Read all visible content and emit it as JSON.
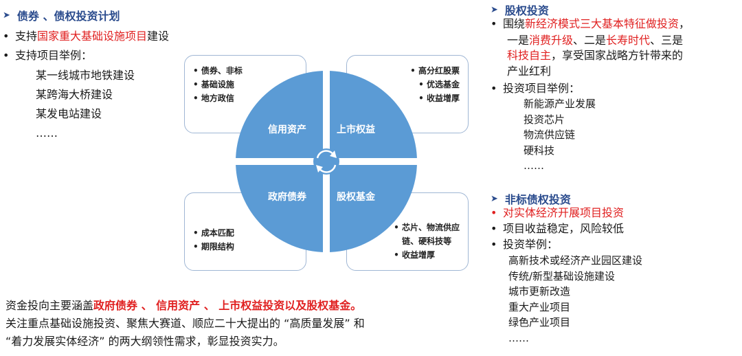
{
  "left": {
    "title": "债券 、债权投资计划",
    "bullet1": {
      "pre": "支持",
      "red": "国家重大基础设施项目",
      "post": "建设"
    },
    "bullet2": "支持项目举例：",
    "examples": [
      "某一线城市地铁建设",
      "某跨海大桥建设",
      "某发电站建设",
      "……"
    ]
  },
  "diagram": {
    "quadrants": {
      "tl": "信用资产",
      "tr": "上市权益",
      "bl": "政府债券",
      "br": "股权基金"
    },
    "box_tl": [
      "• 债券、非标",
      "• 基础设施",
      "• 地方政信"
    ],
    "box_tr": [
      "• 高分红股票",
      "• 优选基金",
      "• 收益增厚"
    ],
    "box_bl": [
      "• 成本匹配",
      "• 期限结构"
    ],
    "box_br": [
      "• 芯片、物流供应",
      "链、硬科技等",
      "• 收益增厚"
    ],
    "colors": {
      "circle": "#5b9bd5",
      "box_border": "#9fb6d4"
    }
  },
  "bottom": {
    "line1_pre": "资金投向主要涵盖",
    "line1_red": "政府债券 、 信用资产 、 上市权益投资以及股权基金。",
    "line2": "关注重点基础设施投资、聚焦大赛道、顺应二十大提出的 “高质量发展” 和",
    "line3": "“着力发展实体经济” 的两大纲领性需求，彰显投资实力。"
  },
  "right_top": {
    "title": "股权投资",
    "b1_l1_pre": "围绕",
    "b1_l1_red": "新经济模式三大基本特征做投资",
    "b1_l1_post": "，",
    "b1_l2_pre": "一是",
    "b1_l2_red1": "消费升级",
    "b1_l2_mid": " 、二是",
    "b1_l2_red2": "长寿时代",
    "b1_l2_post": " 、三是",
    "b1_l3_red": "科技自主",
    "b1_l3_post": "，享受国家战略方针带来的",
    "b1_l4": "产业红利",
    "b2": "投资项目举例：",
    "examples": [
      "新能源产业发展",
      "投资芯片",
      "物流供应链",
      "硬科技",
      "……"
    ]
  },
  "right_bottom": {
    "title": "非标债权投资",
    "b1": "对实体经济开展项目投资",
    "b2": "项目收益稳定，风险较低",
    "b3": "投资举例：",
    "examples": [
      "高新技术或经济产业园区建设",
      "传统/新型基础设施建设",
      "城市更新改造",
      "重大产业项目",
      "绿色产业项目",
      "……"
    ]
  }
}
